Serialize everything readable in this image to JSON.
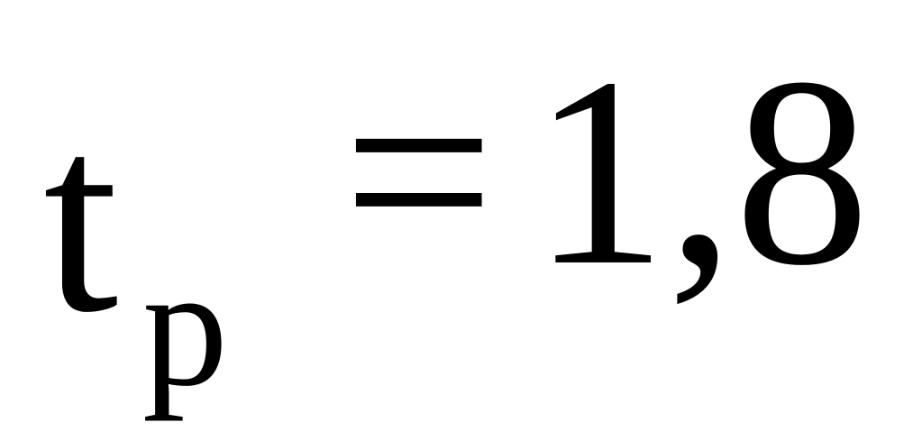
{
  "formula": {
    "variable": "t",
    "subscript": "p",
    "operator": "=",
    "value": "1,8"
  }
}
